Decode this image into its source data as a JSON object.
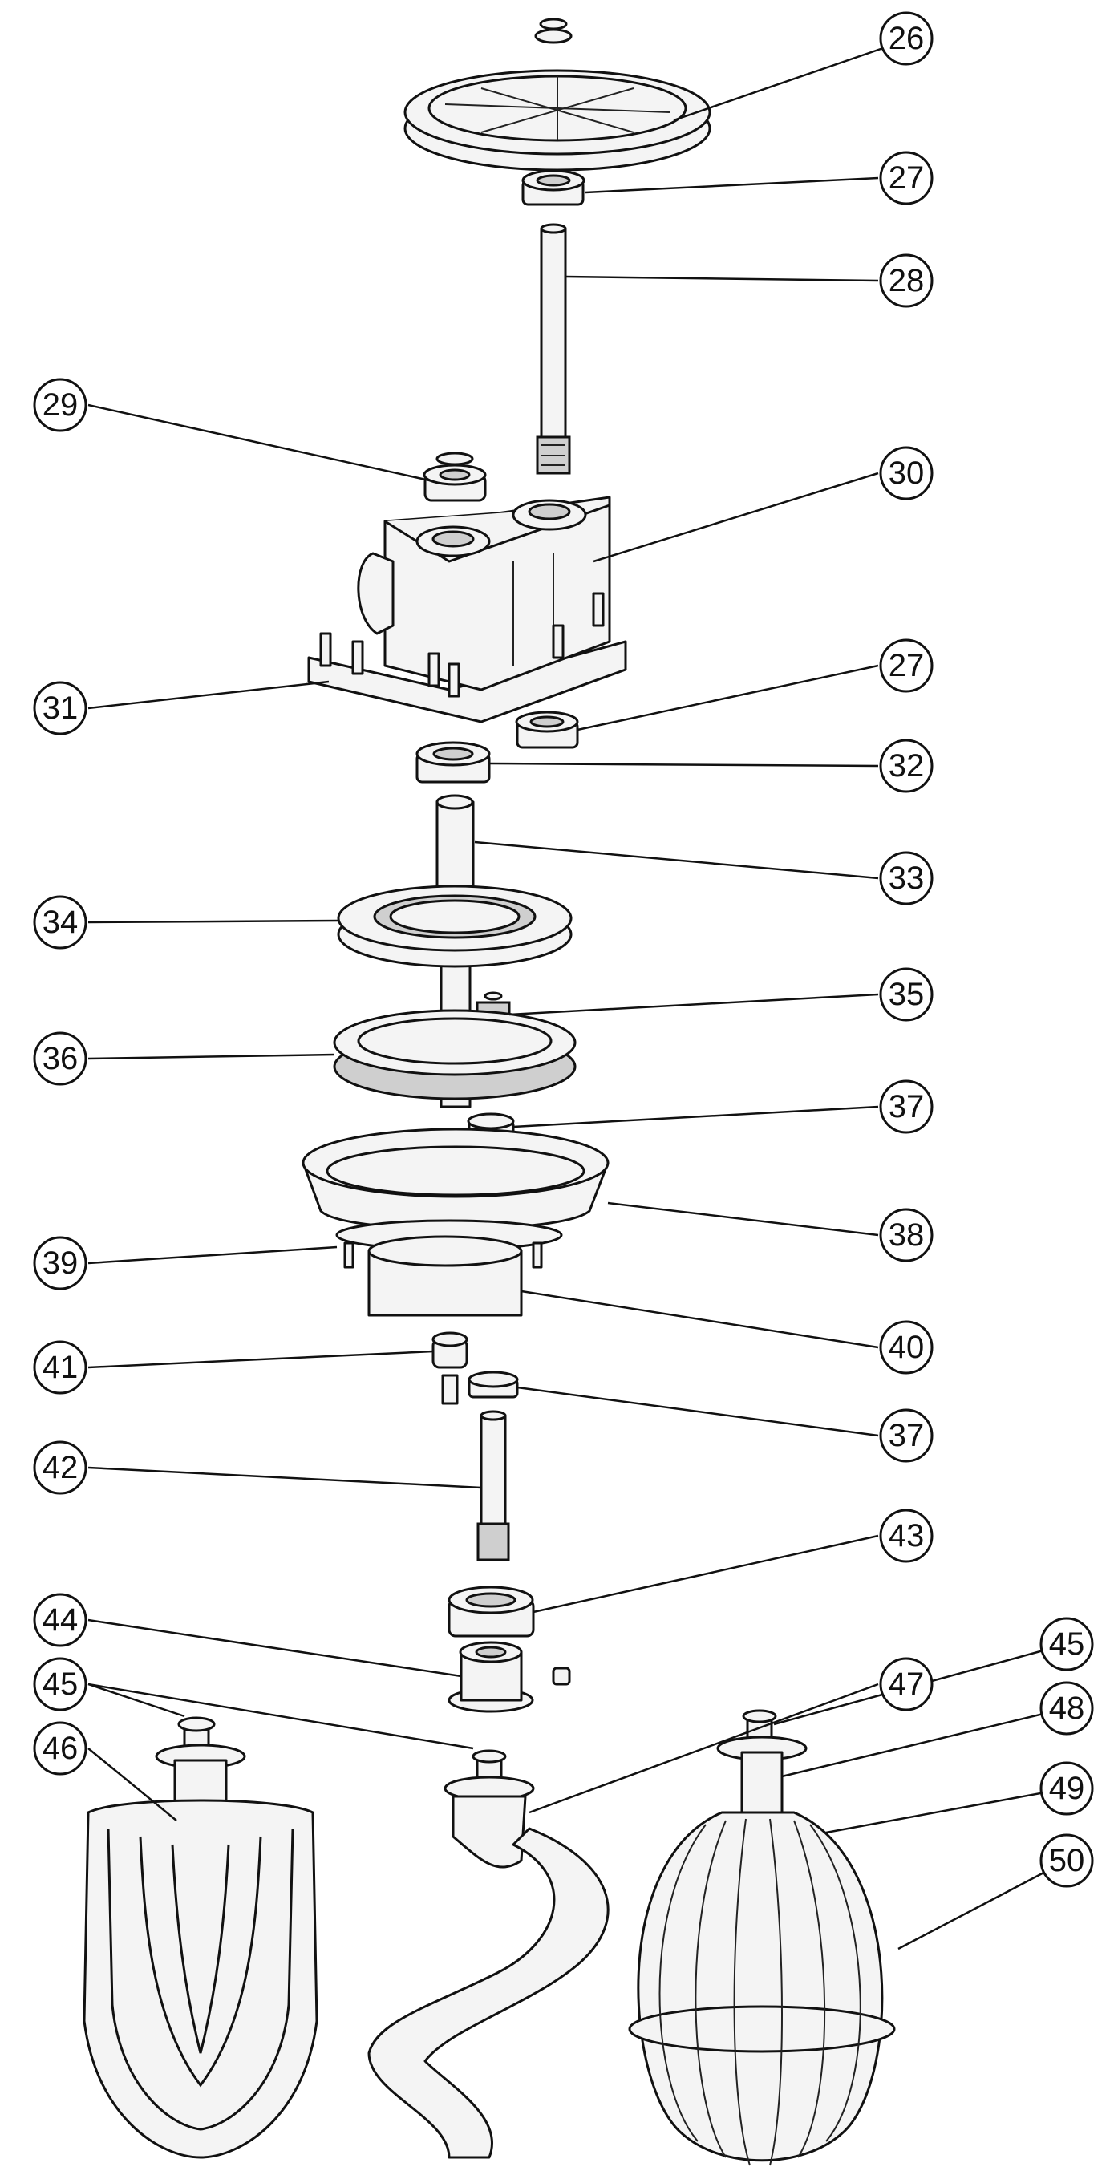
{
  "callouts": [
    {
      "id": "c26",
      "label": "26",
      "part": "pulley"
    },
    {
      "id": "c27a",
      "label": "27",
      "part": "bearing-top"
    },
    {
      "id": "c28",
      "label": "28",
      "part": "input-shaft"
    },
    {
      "id": "c29",
      "label": "29",
      "part": "bearing-housing"
    },
    {
      "id": "c30",
      "label": "30",
      "part": "gear-housing"
    },
    {
      "id": "c31",
      "label": "31",
      "part": "housing-base-screws"
    },
    {
      "id": "c27b",
      "label": "27",
      "part": "bearing-lower"
    },
    {
      "id": "c32",
      "label": "32",
      "part": "bearing-shaft"
    },
    {
      "id": "c33",
      "label": "33",
      "part": "main-shaft"
    },
    {
      "id": "c34",
      "label": "34",
      "part": "internal-ring-gear"
    },
    {
      "id": "c35",
      "label": "35",
      "part": "planet-pinion"
    },
    {
      "id": "c36",
      "label": "36",
      "part": "toothed-ring-gear"
    },
    {
      "id": "c37a",
      "label": "37",
      "part": "bearing-bowl"
    },
    {
      "id": "c38",
      "label": "38",
      "part": "planetary-bowl"
    },
    {
      "id": "c39",
      "label": "39",
      "part": "bowl-seal"
    },
    {
      "id": "c40",
      "label": "40",
      "part": "planetary-head"
    },
    {
      "id": "c41",
      "label": "41",
      "part": "oil-seal"
    },
    {
      "id": "c37b",
      "label": "37",
      "part": "bearing-spindle"
    },
    {
      "id": "c42",
      "label": "42",
      "part": "spindle-shaft"
    },
    {
      "id": "c43",
      "label": "43",
      "part": "spindle-bearing"
    },
    {
      "id": "c44",
      "label": "44",
      "part": "tool-coupling"
    },
    {
      "id": "c45a",
      "label": "45",
      "part": "locking-pin"
    },
    {
      "id": "c46",
      "label": "46",
      "part": "flat-beater"
    },
    {
      "id": "c47",
      "label": "47",
      "part": "dough-hook"
    },
    {
      "id": "c45b",
      "label": "45",
      "part": "locking-pin-whip"
    },
    {
      "id": "c48",
      "label": "48",
      "part": "whip-hub"
    },
    {
      "id": "c49",
      "label": "49",
      "part": "whip-wires"
    },
    {
      "id": "c50",
      "label": "50",
      "part": "wire-whip"
    }
  ]
}
